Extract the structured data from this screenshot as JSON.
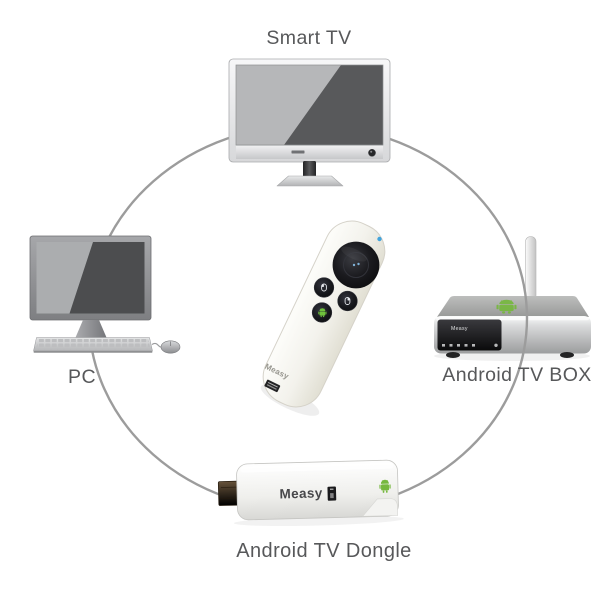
{
  "diagram": {
    "type": "product-compatibility-diagram",
    "center_device": "Measy air-mouse remote control",
    "labels": {
      "smart_tv": "Smart TV",
      "pc": "PC",
      "android_tv_box": "Android TV BOX",
      "android_tv_dongle": "Android TV Dongle"
    },
    "branding": {
      "remote_logo": "Measy",
      "dongle_logo": "Measy",
      "box_panel_logo": "Measy"
    },
    "colors": {
      "connection_ring": "#9c9c9c",
      "label_text": "#57585a",
      "android_green": "#76b83e",
      "remote_led_blue": "#41a3dc",
      "remote_body": "#f3f2ec",
      "button_black": "#111216",
      "hdmi_brown": "#4a3a27"
    },
    "icons": {
      "remote": [
        "dpad-touch-pad-icon",
        "mouse-left-icon",
        "mouse-right-icon",
        "android-robot-icon",
        "led-indicator"
      ],
      "box_top": "android-robot-icon",
      "dongle": "android-robot-icon"
    }
  }
}
